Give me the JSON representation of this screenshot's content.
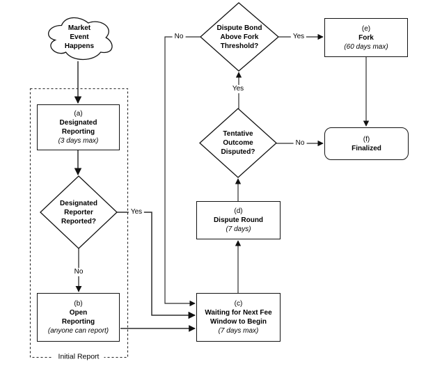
{
  "nodes": {
    "cloud": {
      "title": "Market\nEvent\nHappens"
    },
    "a": {
      "tag": "(a)",
      "title": "Designated\nReporting",
      "note": "(3 days max)"
    },
    "b": {
      "tag": "(b)",
      "title": "Open\nReporting",
      "note": "(anyone can report)"
    },
    "c": {
      "tag": "(c)",
      "title": "Waiting for Next Fee\nWindow to Begin",
      "note": "(7 days max)"
    },
    "d": {
      "tag": "(d)",
      "title": "Dispute Round",
      "note": "(7 days)"
    },
    "e": {
      "tag": "(e)",
      "title": "Fork",
      "note": "(60 days max)"
    },
    "f": {
      "tag": "(f)",
      "title": "Finalized"
    },
    "decision_reporter": {
      "title": "Designated\nReporter\nReported?"
    },
    "decision_disputed": {
      "title": "Tentative\nOutcome\nDisputed?"
    },
    "decision_fork": {
      "title": "Dispute Bond\nAbove Fork\nThreshold?"
    }
  },
  "edge_labels": {
    "reporter_yes": "Yes",
    "reporter_no": "No",
    "fork_no": "No",
    "fork_yes": "Yes",
    "disputed_yes": "Yes",
    "disputed_no": "No"
  },
  "group": {
    "label": "Initial Report"
  },
  "colors": {
    "stroke": "#000000",
    "background": "#ffffff"
  }
}
